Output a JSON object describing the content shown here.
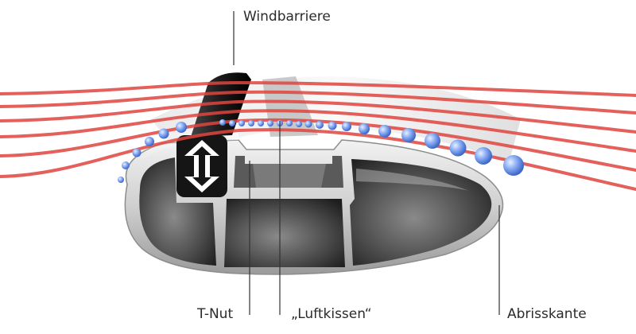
{
  "labels": {
    "windbarriere": "Windbarriere",
    "tnut": "T-Nut",
    "luftkissen": "„Luftkissen“",
    "abrisskante": "Abrisskante"
  },
  "colors": {
    "airflow": "#e0453f",
    "bubbles": "#4f7fe0",
    "profile_light": "#cfcfcf",
    "profile_dark": "#2c2c2c",
    "rubber": "#141414",
    "leader": "#333333"
  },
  "icons": {
    "windbarriere": "double-arrow-icon"
  }
}
